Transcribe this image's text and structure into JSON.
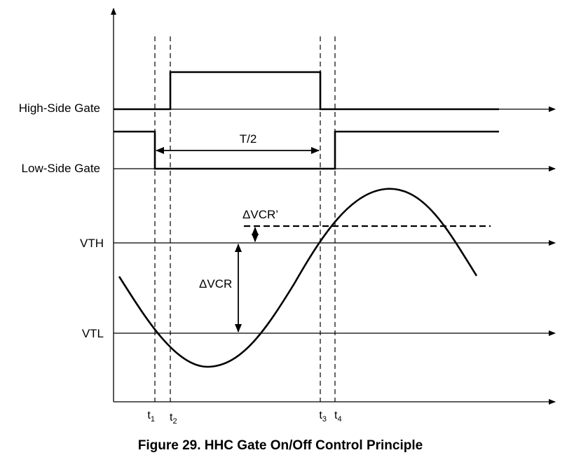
{
  "labels": {
    "high_side_gate": "High-Side Gate",
    "low_side_gate": "Low-Side Gate",
    "vth": "VTH",
    "vtl": "VTL"
  },
  "annotations": {
    "half_period": "T/2",
    "delta_vcr": "ΔVCR",
    "delta_vcr_prime": "ΔVCR’"
  },
  "time_markers": [
    {
      "base": "t",
      "sub": "1"
    },
    {
      "base": "t",
      "sub": "2"
    },
    {
      "base": "t",
      "sub": "3"
    },
    {
      "base": "t",
      "sub": "4"
    }
  ],
  "caption": "Figure 29.  HHC Gate On/Off Control Principle"
}
